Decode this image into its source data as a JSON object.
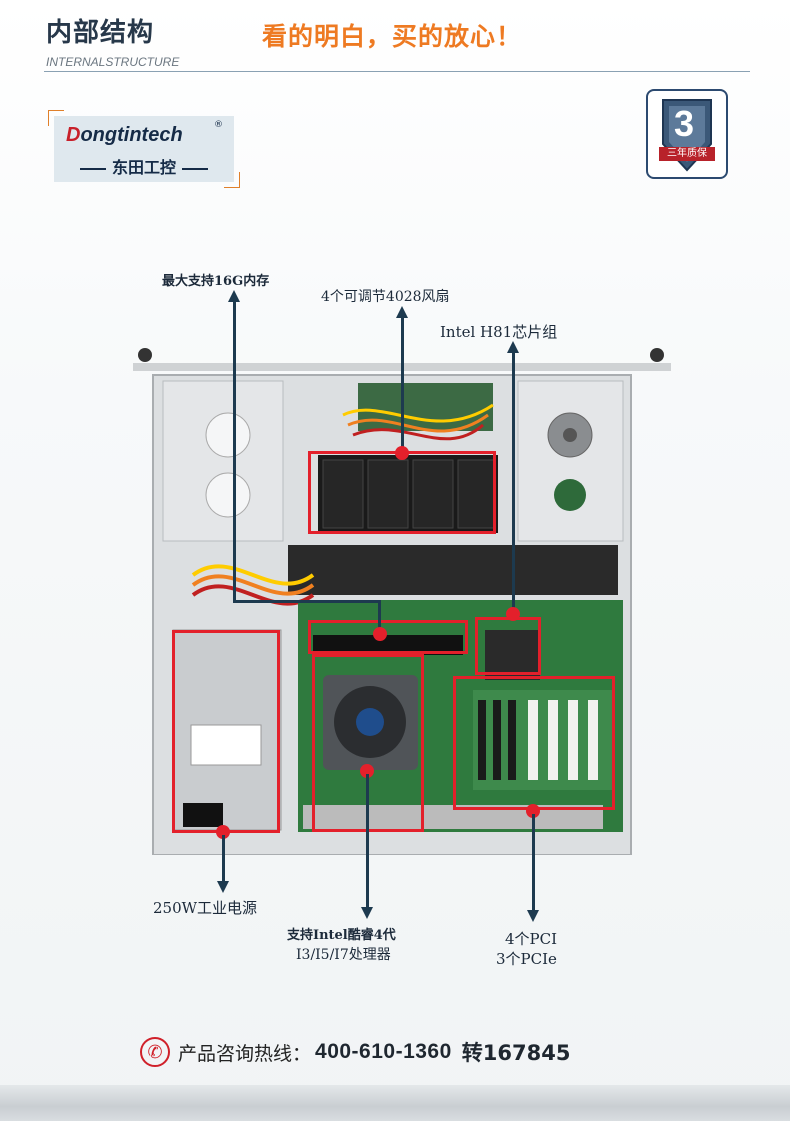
{
  "header": {
    "title": "内部结构",
    "slogan": "看的明白，买的放心！",
    "subtitle": "INTERNALSTRUCTURE"
  },
  "logo": {
    "brand_first": "D",
    "brand_rest": "ongtintech",
    "registered": "®",
    "chinese_name": "东田工控"
  },
  "warranty_badge": {
    "digit": "3",
    "text": "三年质保"
  },
  "annotations": {
    "memory": "最大支持16G内存",
    "fans": "4个可调节4028风扇",
    "chipset": "Intel H81芯片组",
    "psu": "250W工业电源",
    "cpu_line1": "支持Intel酷睿4代",
    "cpu_line2": "I3/I5/I7处理器",
    "slots_line1": "4个PCI",
    "slots_line2": "3个PCIe"
  },
  "hotline": {
    "label": "产品咨询热线：",
    "number": "400-610-1360",
    "extension": "转167845"
  },
  "colors": {
    "accent_orange": "#ee7a22",
    "highlight_red": "#e3202b",
    "title_navy": "#27384a"
  }
}
